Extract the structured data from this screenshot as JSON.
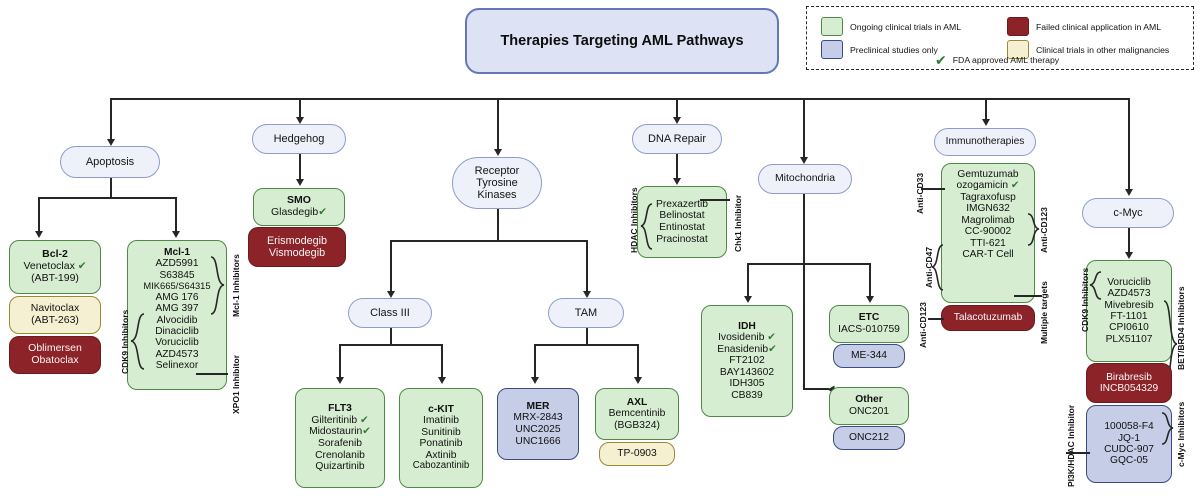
{
  "title": {
    "text": "Therapies Targeting AML Pathways"
  },
  "legend": {
    "items": [
      {
        "label": "Ongoing clinical trials in AML",
        "swatch": "green",
        "color": "#d7edd2"
      },
      {
        "label": "Failed clinical application in AML",
        "swatch": "red",
        "color": "#8b2328"
      },
      {
        "label": "Preclinical studies only",
        "swatch": "blue-dark",
        "color": "#c6cde6"
      },
      {
        "label": "Clinical trials in other malignancies",
        "swatch": "yellow",
        "color": "#f6f0d2"
      }
    ],
    "approved": {
      "icon": "check-icon",
      "label": "FDA approved AML therapy",
      "color": "#2f7d32"
    }
  },
  "pathways": {
    "apoptosis": "Apoptosis",
    "hedgehog": "Hedgehog",
    "rtk": "Receptor\nTyrosine\nKinases",
    "rtk_l1": "Receptor",
    "rtk_l2": "Tyrosine",
    "rtk_l3": "Kinases",
    "dna_repair": "DNA Repair",
    "mitochondria": "Mitochondria",
    "immunotherapies": "Immunotherapies",
    "cmyc": "c-Myc",
    "class3": "Class III",
    "tam": "TAM"
  },
  "boxes": {
    "bcl2": {
      "title": "Bcl-2",
      "lines": [
        "Venetoclax",
        "(ABT-199)"
      ],
      "check_on_line": 0
    },
    "navitoclax": {
      "lines": [
        "Navitoclax",
        "(ABT-263)"
      ]
    },
    "oblimersen": {
      "lines": [
        "Oblimersen",
        "Obatoclax"
      ]
    },
    "mcl1": {
      "title": "Mcl-1",
      "lines": [
        "AZD5991",
        "S63845",
        "MIK665/S64315",
        "AMG 176",
        "AMG 397",
        "Alvocidib",
        "Dinaciclib",
        "Voruciclib",
        "AZD4573",
        "Selinexor"
      ],
      "side_labels": [
        "Mcl-1 Inhibitors",
        "CDK9 Inhibitors",
        "XPO1 Inhibitor"
      ]
    },
    "smo": {
      "title": "SMO",
      "lines": [
        "Glasdegib"
      ],
      "check_on_line": 0
    },
    "erismodegib": {
      "lines": [
        "Erismodegib",
        "Vismodegib"
      ]
    },
    "flt3": {
      "title": "FLT3",
      "lines": [
        "Gilteritinib",
        "Midostaurin",
        "Sorafenib",
        "Crenolanib",
        "Quizartinib"
      ],
      "checks": [
        0,
        1
      ]
    },
    "ckit": {
      "title": "c-KIT",
      "lines": [
        "Imatinib",
        "Sunitinib",
        "Ponatinib",
        "Axtinib",
        "Cabozantinib"
      ]
    },
    "mer": {
      "title": "MER",
      "lines": [
        "MRX-2843",
        "UNC2025",
        "UNC1666"
      ]
    },
    "axl": {
      "title": "AXL",
      "lines": [
        "Bemcentinib",
        "(BGB324)"
      ]
    },
    "tp0903": {
      "lines": [
        "TP-0903"
      ]
    },
    "dnarep": {
      "lines": [
        "Prexazertib",
        "Belinostat",
        "Entinostat",
        "Pracinostat"
      ],
      "side_labels": [
        "HDAC Inhibitors",
        "Chk1 Inhibitor"
      ]
    },
    "idh": {
      "title": "IDH",
      "lines": [
        "Ivosidenib",
        "Enasidenib",
        "FT2102",
        "BAY143602",
        "IDH305",
        "CB839"
      ],
      "checks": [
        0,
        1
      ]
    },
    "etc": {
      "title": "ETC",
      "lines": [
        "IACS-010759"
      ]
    },
    "me344": {
      "lines": [
        "ME-344"
      ]
    },
    "other": {
      "title": "Other",
      "lines": [
        "ONC201"
      ]
    },
    "onc212": {
      "lines": [
        "ONC212"
      ]
    },
    "immuno": {
      "lines": [
        "Gemtuzumab",
        "ozogamicin",
        "Tagraxofusp",
        "IMGN632",
        "Magrolimab",
        "CC-90002",
        "TTI-621",
        "CAR-T Cell"
      ],
      "check_on_line": 1,
      "side_labels": [
        "Anti-CD33",
        "Anti-CD47",
        "Anti-CD123",
        "Anti-CD123",
        "Multiple targets"
      ]
    },
    "talacotuzumab": {
      "lines": [
        "Talacotuzumab"
      ]
    },
    "cmyc_green": {
      "lines": [
        "Voruciclib",
        "AZD4573",
        "Mivebresib",
        "FT-1101",
        "CPI0610",
        "PLX51107"
      ],
      "side_labels": [
        "CDK9 Inhibitors",
        "BET/BRD4 Inhibitors"
      ]
    },
    "birabresib": {
      "lines": [
        "Birabresib",
        "INCB054329"
      ]
    },
    "cmyc_blue": {
      "lines": [
        "100058-F4",
        "JQ-1",
        "CUDC-907",
        "GQC-05"
      ],
      "side_labels": [
        "PI3K/HDAC Inhibitor",
        "c-Myc Inhibitors"
      ]
    }
  }
}
